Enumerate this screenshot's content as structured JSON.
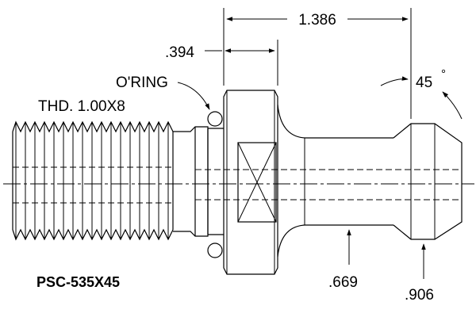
{
  "drawing": {
    "part_number": "PSC-535X45",
    "thread_label": "THD. 1.00X8",
    "oring_label": "O'RING",
    "dim_overall": "1.386",
    "dim_flange": ".394",
    "dim_neck": ".669",
    "dim_head": ".906",
    "dim_angle": "45",
    "angle_unit": "°"
  }
}
